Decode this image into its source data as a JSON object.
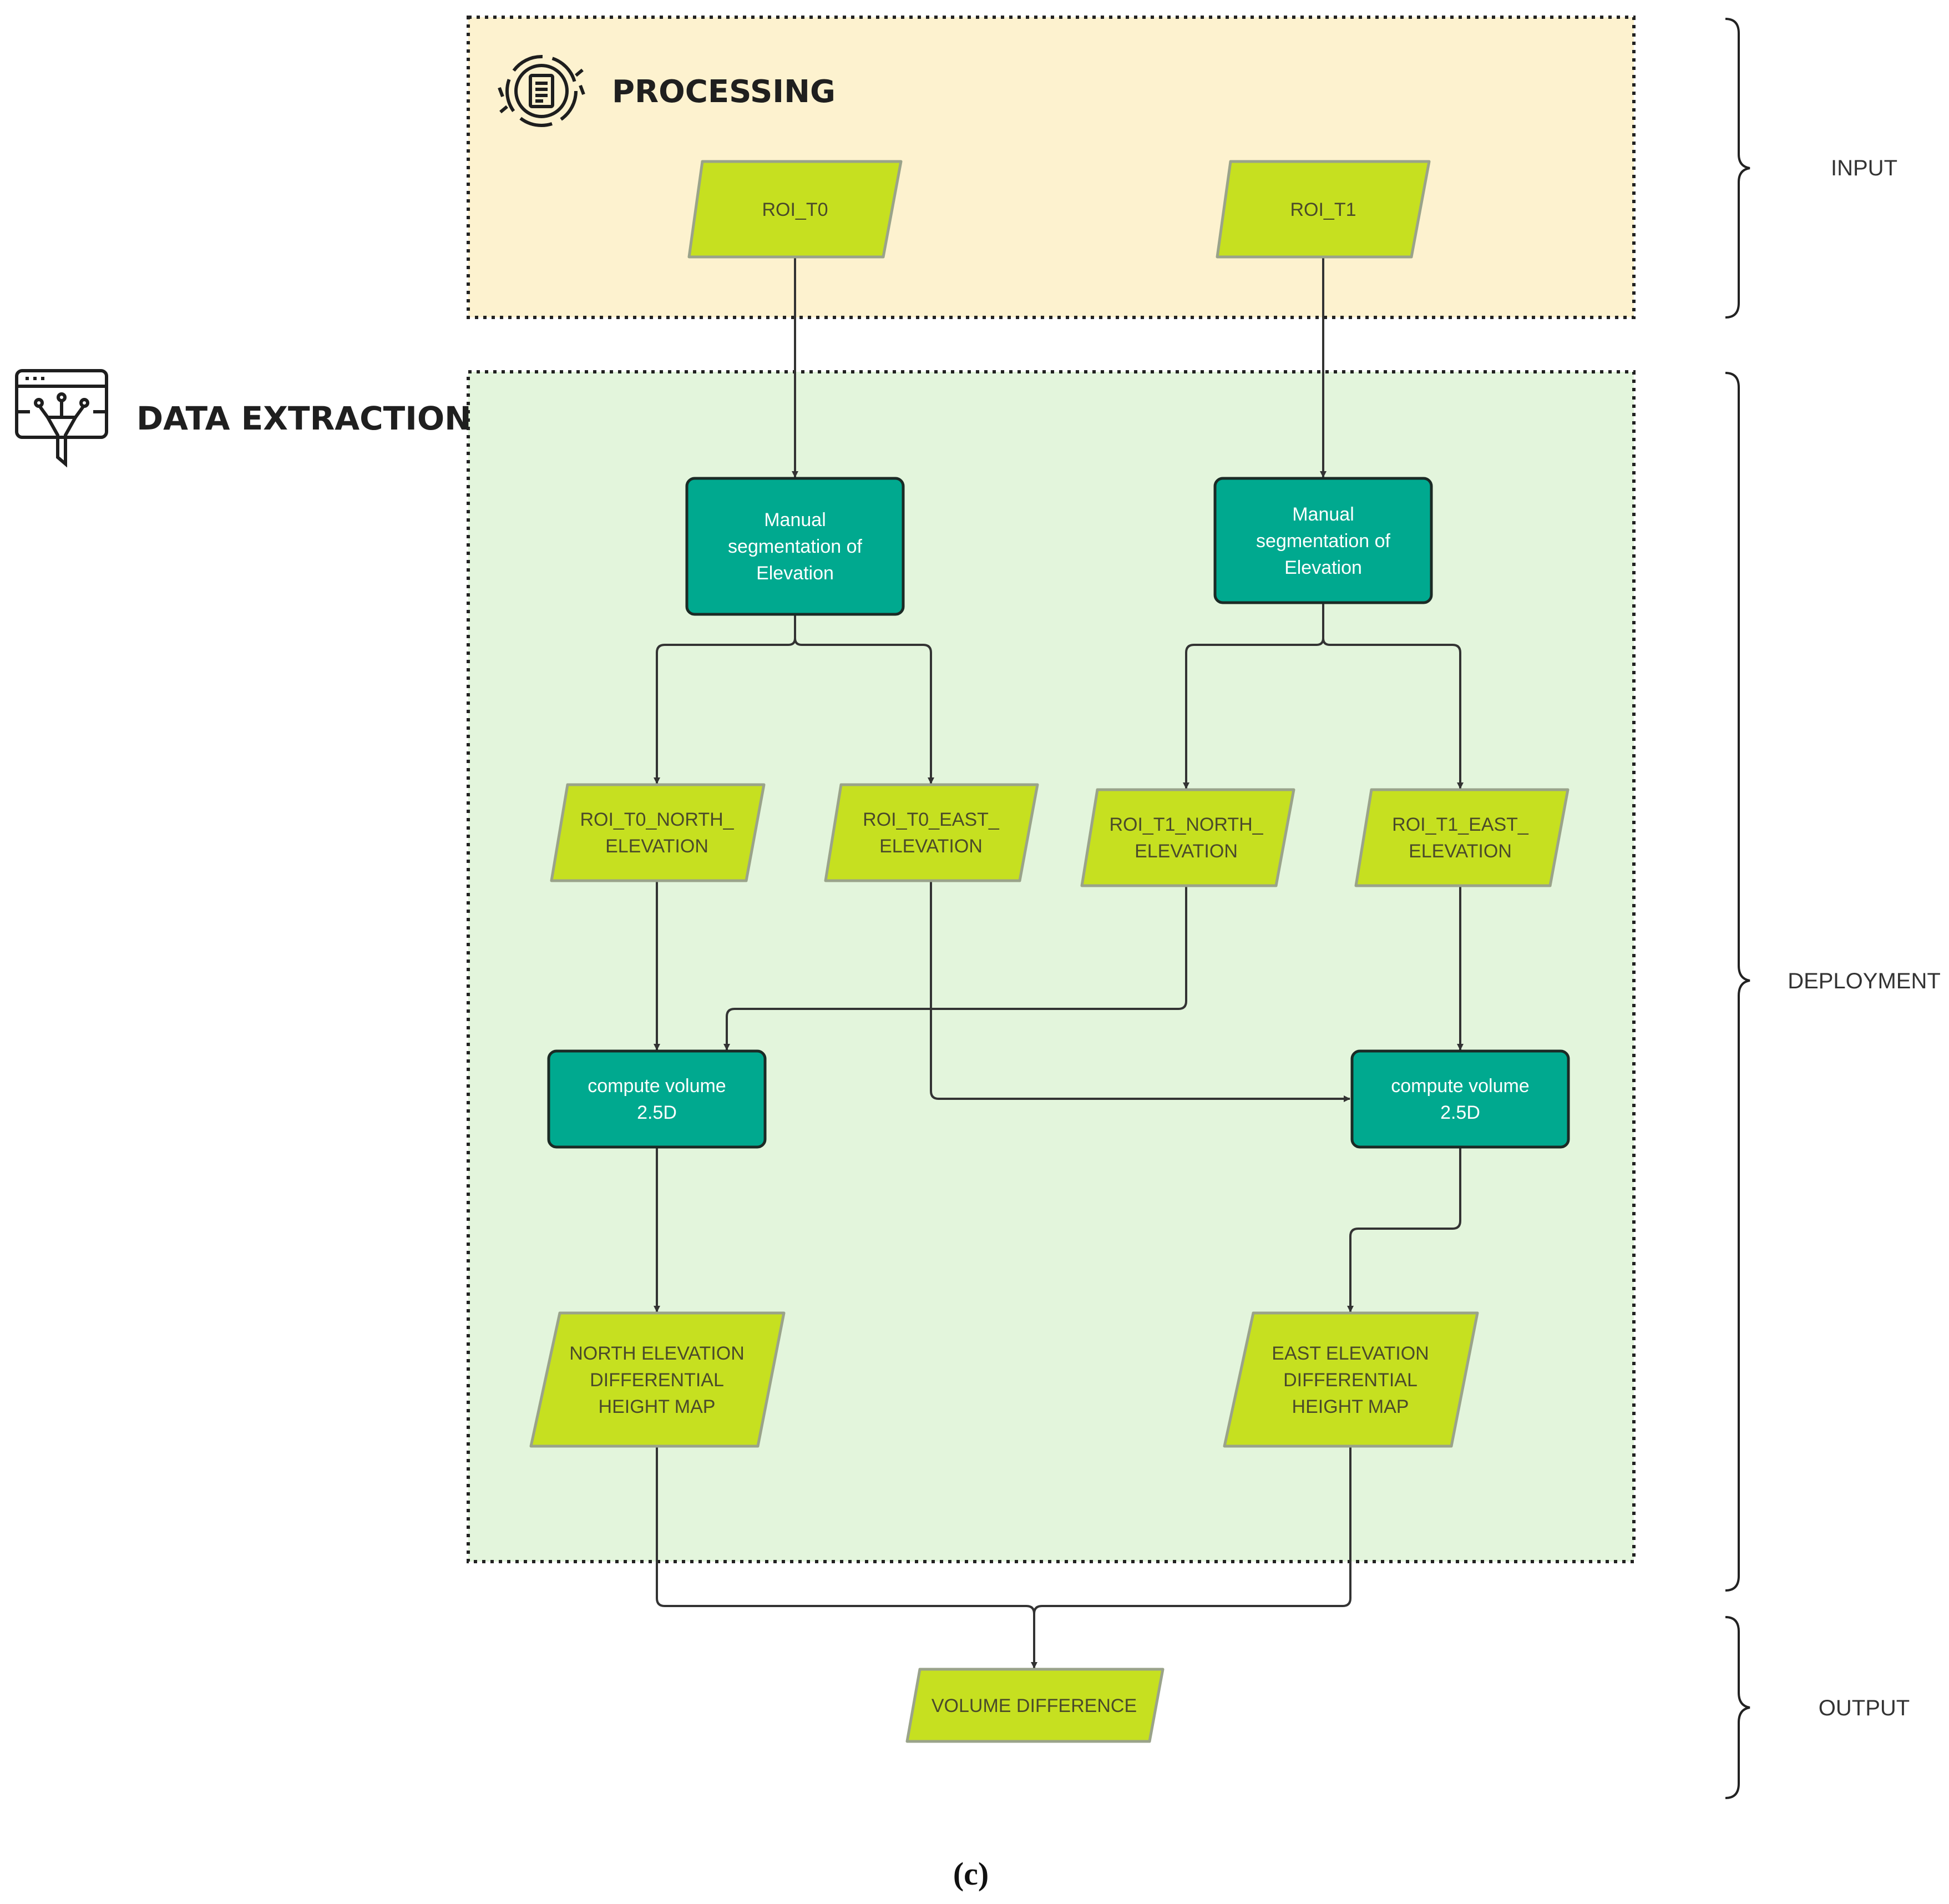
{
  "colors": {
    "input_panel_fill": "#fdf2cf",
    "deployment_panel_fill": "#e3f5dc",
    "data_node_fill": "#c6e020",
    "data_node_stroke": "#9aa38a",
    "process_node_fill": "#00a98f",
    "process_node_stroke": "#1b2a25",
    "connector": "#333333"
  },
  "sections": {
    "processing_title": "PROCESSING",
    "processing_icon": "gear-document-icon",
    "data_extraction_title": "DATA EXTRACTION",
    "data_extraction_icon": "data-funnel-icon"
  },
  "side_labels": {
    "input": "INPUT",
    "deployment": "DEPLOYMENT",
    "output": "OUTPUT"
  },
  "nodes": {
    "roi_t0": {
      "lines": [
        "ROI_T0"
      ],
      "shape": "data"
    },
    "roi_t1": {
      "lines": [
        "ROI_T1"
      ],
      "shape": "data"
    },
    "seg_t0": {
      "lines": [
        "Manual",
        "segmentation of",
        "Elevation"
      ],
      "shape": "process"
    },
    "seg_t1": {
      "lines": [
        "Manual",
        "segmentation of",
        "Elevation"
      ],
      "shape": "process"
    },
    "t0_north": {
      "lines": [
        "ROI_T0_NORTH_",
        "ELEVATION"
      ],
      "shape": "data"
    },
    "t0_east": {
      "lines": [
        "ROI_T0_EAST_",
        "ELEVATION"
      ],
      "shape": "data"
    },
    "t1_north": {
      "lines": [
        "ROI_T1_NORTH_",
        "ELEVATION"
      ],
      "shape": "data"
    },
    "t1_east": {
      "lines": [
        "ROI_T1_EAST_",
        "ELEVATION"
      ],
      "shape": "data"
    },
    "vol_north": {
      "lines": [
        "compute volume",
        "2.5D"
      ],
      "shape": "process"
    },
    "vol_east": {
      "lines": [
        "compute volume",
        "2.5D"
      ],
      "shape": "process"
    },
    "north_map": {
      "lines": [
        "NORTH ELEVATION",
        "DIFFERENTIAL",
        "HEIGHT MAP"
      ],
      "shape": "data"
    },
    "east_map": {
      "lines": [
        "EAST ELEVATION",
        "DIFFERENTIAL",
        "HEIGHT MAP"
      ],
      "shape": "data"
    },
    "volume_diff": {
      "lines": [
        "VOLUME DIFFERENCE"
      ],
      "shape": "data"
    }
  },
  "edges": [
    {
      "from": "roi_t0",
      "to": "seg_t0"
    },
    {
      "from": "roi_t1",
      "to": "seg_t1"
    },
    {
      "from": "seg_t0",
      "to": "t0_north"
    },
    {
      "from": "seg_t0",
      "to": "t0_east"
    },
    {
      "from": "seg_t1",
      "to": "t1_north"
    },
    {
      "from": "seg_t1",
      "to": "t1_east"
    },
    {
      "from": "t0_north",
      "to": "vol_north"
    },
    {
      "from": "t1_north",
      "to": "vol_north"
    },
    {
      "from": "t0_east",
      "to": "vol_east"
    },
    {
      "from": "t1_east",
      "to": "vol_east"
    },
    {
      "from": "vol_north",
      "to": "north_map"
    },
    {
      "from": "vol_east",
      "to": "east_map"
    },
    {
      "from": "north_map",
      "to": "volume_diff"
    },
    {
      "from": "east_map",
      "to": "volume_diff"
    }
  ],
  "caption": "(c)"
}
